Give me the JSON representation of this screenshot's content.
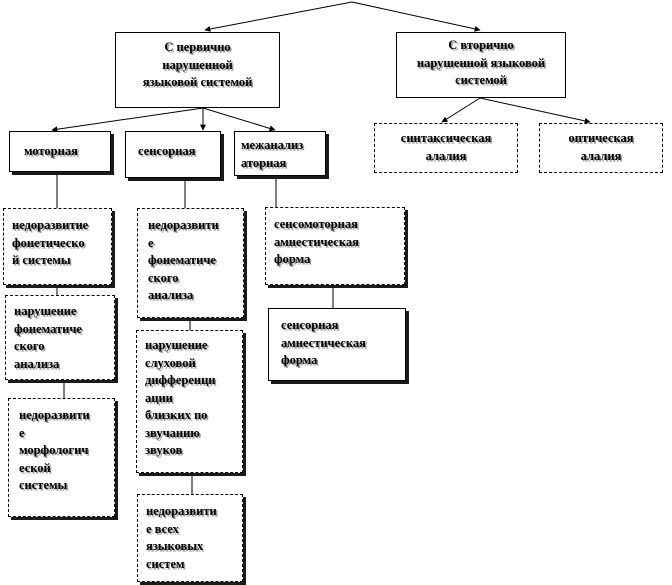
{
  "nodes": {
    "primary": "С первично\nнарушенной\nязыковой системой",
    "secondary": "С вторично\nнарушенной языковой\nсистемой",
    "motor": "моторная",
    "sensory": "сенсорная",
    "mixed": "межанализ\nаторная",
    "syntactic": "синтаксическая\nалалия",
    "optical": "оптическая\nалалия",
    "motor_1": "недоразвитие\nфонетическо\nй системы",
    "motor_2": "нарушение\nфонематиче\nского\nанализа",
    "motor_3": "недоразвити\nе\nморфологич\nеской\nсистемы",
    "sensory_1": "недоразвити\nе\nфонематиче\nского\nанализа",
    "sensory_2": "нарушение\nслуховой\nдифференци\nации\nблизких по\nзвучанию\nзвуков",
    "sensory_3": "недоразвити\nе всех\nязыковых\nсистем",
    "mixed_1": "сенсомоторная\nамнестическая\nформа",
    "mixed_2": "сенсорная\nамнестическая\nформа"
  }
}
